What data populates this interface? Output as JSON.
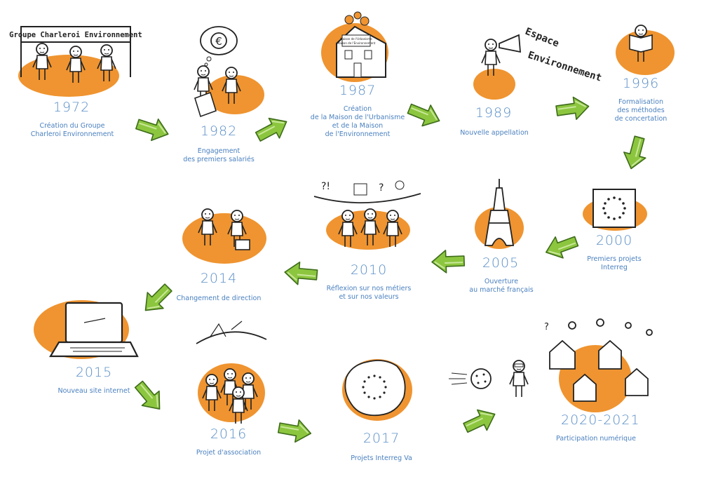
{
  "banner_text": "Groupe Charleroi Environnement",
  "house_sign_lines": [
    "Maison de l'Urbanisme",
    "Maison de l'Environnement"
  ],
  "megaphone_text": [
    "Espace",
    "Environnement"
  ],
  "colors": {
    "orange": "#ef9430",
    "blue": "#5b8fc7",
    "green": "#8cc63f",
    "ink": "#222222"
  },
  "milestones": [
    {
      "year": "1972",
      "caption": [
        "Création du Groupe",
        "Charleroi Environnement"
      ]
    },
    {
      "year": "1982",
      "caption": [
        "Engagement",
        "des premiers salariés"
      ]
    },
    {
      "year": "1987",
      "caption": [
        "Création",
        "de la Maison de l'Urbanisme",
        "et de la Maison",
        "de l'Environnement"
      ]
    },
    {
      "year": "1989",
      "caption": [
        "Nouvelle appellation"
      ]
    },
    {
      "year": "1996",
      "caption": [
        "Formalisation",
        "des méthodes",
        "de concertation"
      ]
    },
    {
      "year": "2000",
      "caption": [
        "Premiers projets",
        "Interreg"
      ]
    },
    {
      "year": "2005",
      "caption": [
        "Ouverture",
        "au marché français"
      ]
    },
    {
      "year": "2010",
      "caption": [
        "Réflexion sur nos métiers",
        "et sur nos valeurs"
      ]
    },
    {
      "year": "2014",
      "caption": [
        "Changement de direction"
      ]
    },
    {
      "year": "2015",
      "caption": [
        "Nouveau site internet"
      ]
    },
    {
      "year": "2016",
      "caption": [
        "Projet d'association"
      ]
    },
    {
      "year": "2017",
      "caption": [
        "Projets Interreg Va"
      ]
    },
    {
      "year": "2020-2021",
      "caption": [
        "Participation numérique"
      ]
    }
  ]
}
